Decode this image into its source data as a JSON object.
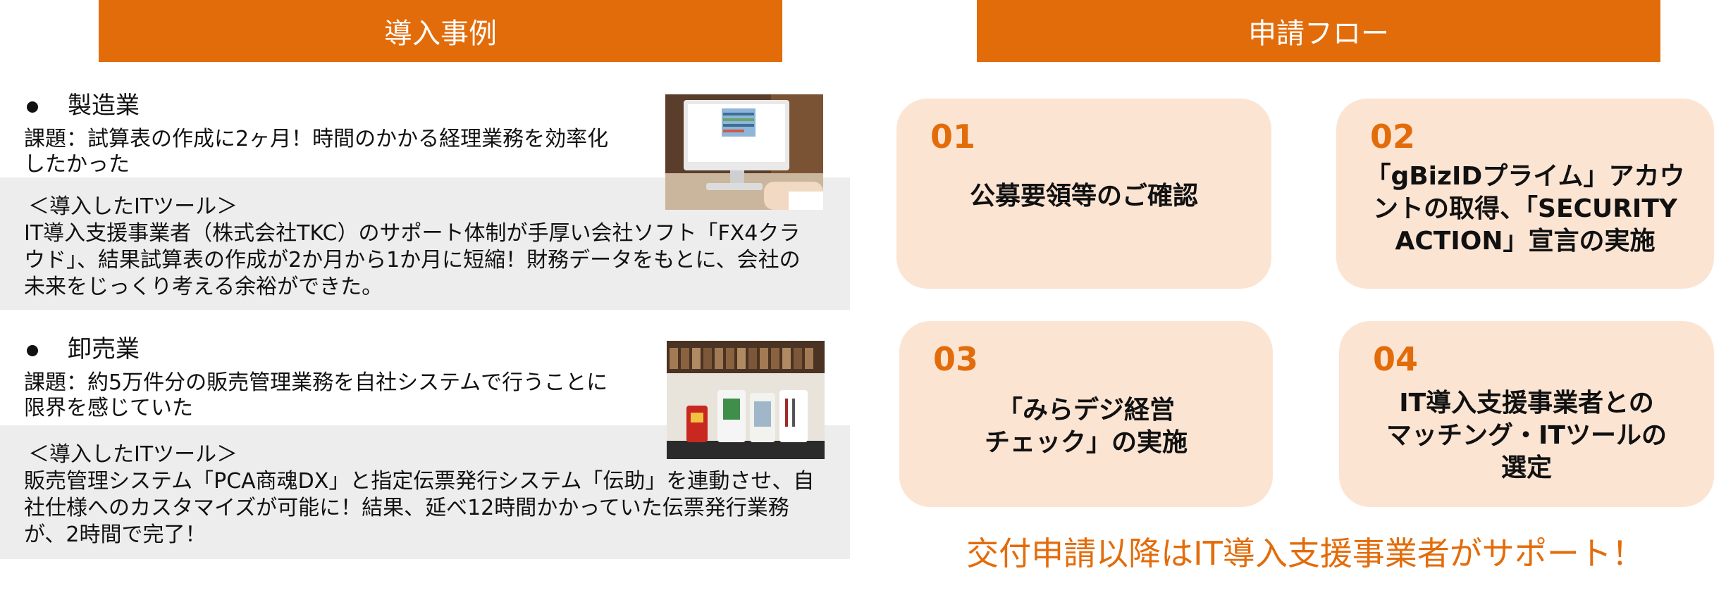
{
  "left": {
    "banner": "導入事例",
    "cases": [
      {
        "industry": "製造業",
        "issue": [
          "課題：試算表の作成に2ヶ月！時間のかかる経理業務を効率化",
          "したかった"
        ],
        "tool_heading": "＜導入したITツール＞",
        "result": [
          "IT導入支援事業者（株式会社TKC）のサポート体制が手厚い会社ソフト「FX4クラ",
          "ウド」、結果試算表の作成が2か月から1か月に短縮！財務データをもとに、会社の",
          "未来をじっくり考える余裕ができた。"
        ]
      },
      {
        "industry": "卸売業",
        "issue": [
          "課題：約5万件分の販売管理業務を自社システムで行うことに",
          "限界を感じていた"
        ],
        "tool_heading": "＜導入したITツール＞",
        "result": [
          "販売管理システム「PCA商魂DX」と指定伝票発行システム「伝助」を連動させ、自",
          "社仕様へのカスタマイズが可能に！結果、延べ12時間かかっていた伝票発行業務",
          "が、2時間で完了！"
        ]
      }
    ]
  },
  "right": {
    "banner": "申請フロー",
    "steps": [
      {
        "number": "01",
        "lines": [
          "公募要領等のご確認"
        ]
      },
      {
        "number": "02",
        "lines": [
          "「gBizIDプライム」アカウ",
          "ントの取得、「SECURITY",
          "ACTION」宣言の実施"
        ]
      },
      {
        "number": "03",
        "lines": [
          "「みらデジ経営",
          "チェック」の実施"
        ]
      },
      {
        "number": "04",
        "lines": [
          "IT導入支援事業者との",
          "マッチング・ITツールの",
          "選定"
        ]
      }
    ],
    "footer": "交付申請以降はIT導入支援事業者がサポート！"
  },
  "colors": {
    "accent": "#E36C0A",
    "card_bg": "#FCE4D3",
    "gray_block": "#EDEDED"
  }
}
